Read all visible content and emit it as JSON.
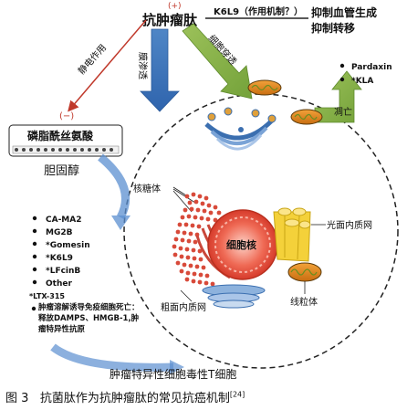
{
  "peptide": {
    "label": "抗肿瘤肽",
    "charge": "(+)"
  },
  "k6l9_line": "K6L9（作用机制？）",
  "effects": [
    "抑制血管生成",
    "抑制转移"
  ],
  "arrows": {
    "electrostatic": "静电作用",
    "membrane_penetration": "膜渗透",
    "cell_penetration": "细胞穿透",
    "apoptosis": "凋亡"
  },
  "membrane_lipid": {
    "charge": "(−)",
    "label": "磷脂酰丝氨酸"
  },
  "cholesterol": "胆固醇",
  "top_list": [
    "Pardaxin",
    "*KLA"
  ],
  "membrane_list": [
    "CA-MA2",
    "MG2B",
    "*Gomesin",
    "*K6L9",
    "*LFcinB",
    "Other"
  ],
  "ltx": {
    "name": "*LTX-315",
    "desc": "肿瘤溶解诱导免疫细胞死亡：释放DAMPS、HMGB-1,肿瘤特异性抗原"
  },
  "organelles": {
    "ribosome": "核糖体",
    "nucleus": "细胞核",
    "smooth_er": "光面内质网",
    "rough_er": "粗面内质网",
    "mitochondria": "线粒体"
  },
  "tcell": "肿瘤特异性细胞毒性T细胞",
  "caption": {
    "prefix": "图 3",
    "title": "抗菌肽作为抗肿瘤肽的常见抗癌机制",
    "ref": "[24]"
  }
}
